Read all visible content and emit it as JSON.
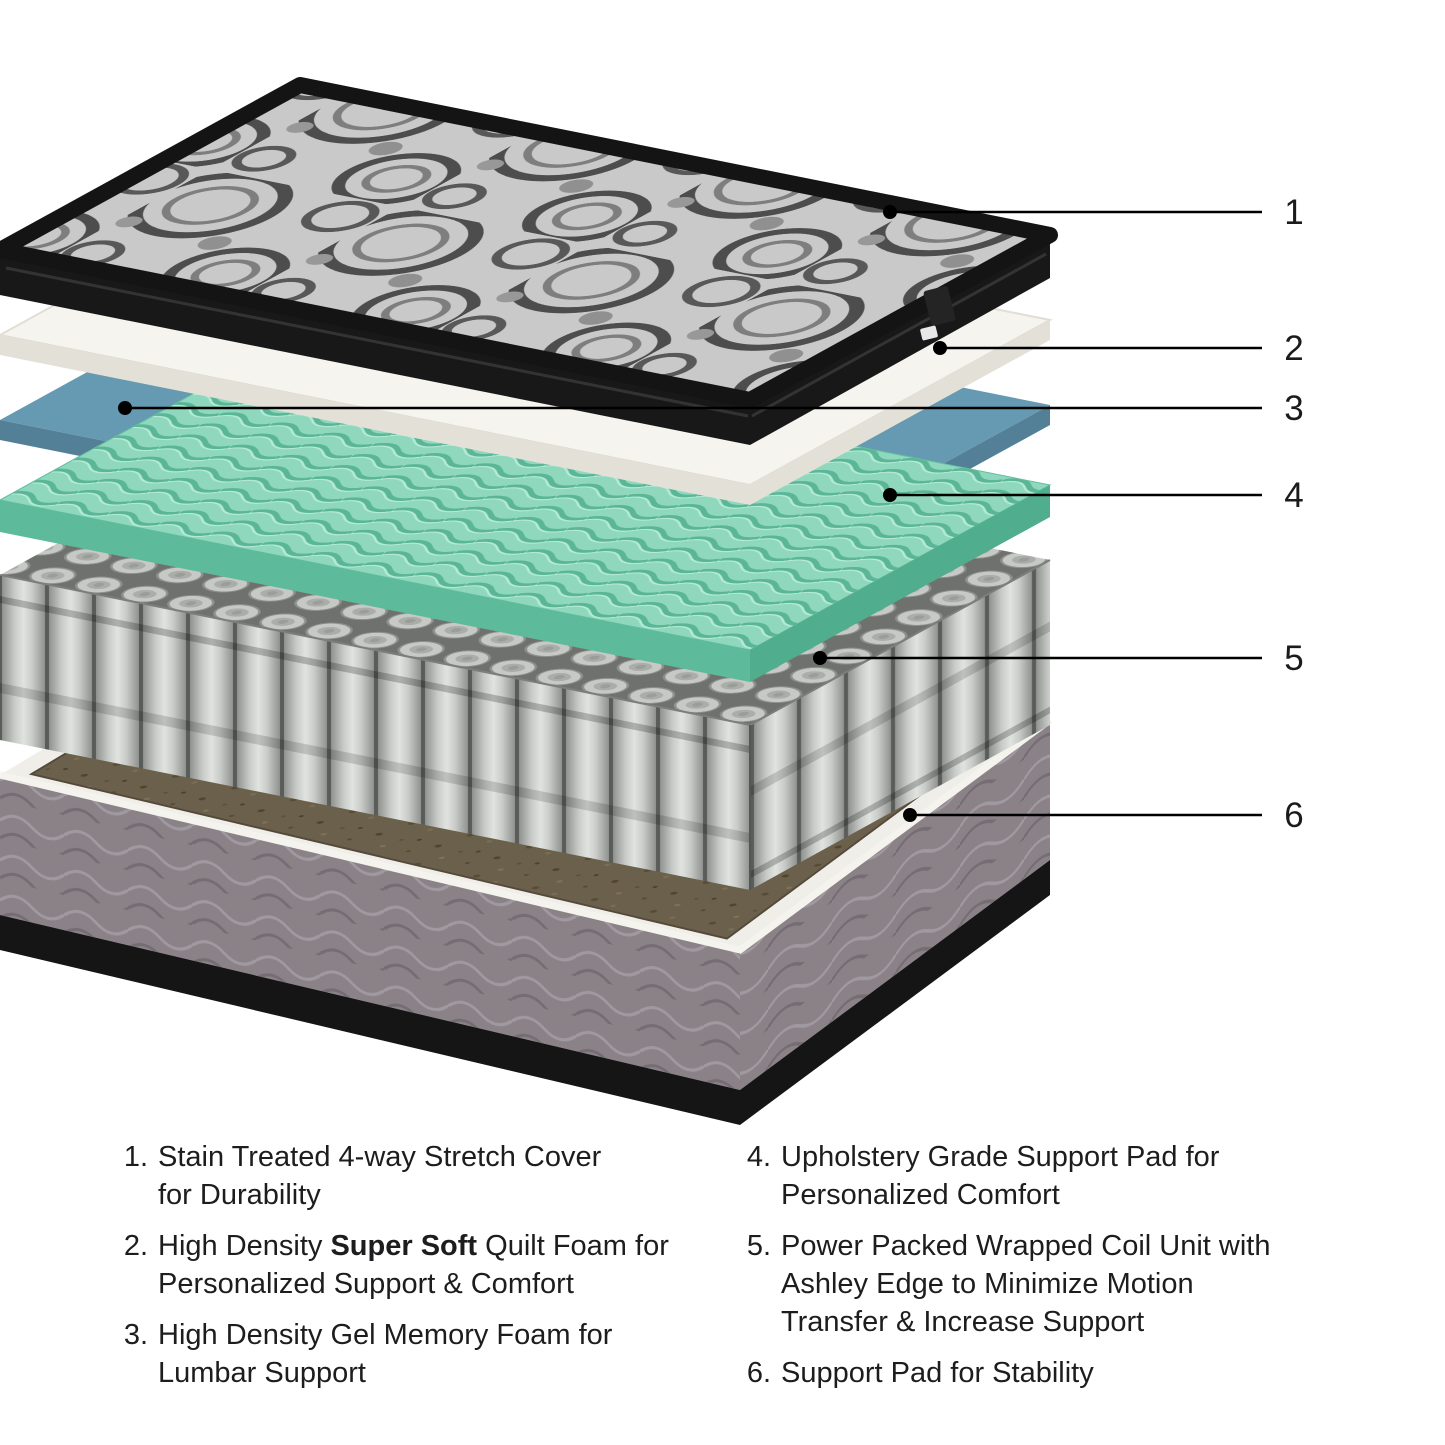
{
  "figure": {
    "title": "Mattress layer cutaway diagram",
    "callouts": [
      {
        "label": "1"
      },
      {
        "label": "2"
      },
      {
        "label": "3"
      },
      {
        "label": "4"
      },
      {
        "label": "5"
      },
      {
        "label": "6"
      }
    ],
    "layers": [
      {
        "name": "stain-treated-stretch-cover"
      },
      {
        "name": "super-soft-quilt-foam"
      },
      {
        "name": "gel-memory-foam"
      },
      {
        "name": "upholstery-grade-support-pad"
      },
      {
        "name": "wrapped-coil-unit"
      },
      {
        "name": "support-pad-base"
      }
    ],
    "palette": {
      "quilt_gray": "#c9c9c9",
      "cover_black": "#181818",
      "foam_white": "#f5f4ef",
      "gel_blue": "#6699b2",
      "pad_green": "#8fd8bd",
      "coil_gray": "#c9ccc8",
      "pad_brown": "#6b604c",
      "base_gray": "#8a8287"
    }
  },
  "legend": {
    "items_left": [
      {
        "num": "1.",
        "lines": [
          "Stain Treated 4-way Stretch Cover",
          "for Durability"
        ]
      },
      {
        "num": "2.",
        "line1_pre": "High Density ",
        "line1_bold": "Super Soft",
        "line1_post": " Quilt Foam for",
        "line2": "Personalized Support & Comfort"
      },
      {
        "num": "3.",
        "lines": [
          "High Density Gel Memory Foam for",
          "Lumbar Support"
        ]
      }
    ],
    "items_right": [
      {
        "num": "4.",
        "lines": [
          "Upholstery Grade Support Pad for",
          "Personalized Comfort"
        ]
      },
      {
        "num": "5.",
        "lines": [
          "Power Packed Wrapped Coil Unit with",
          "Ashley Edge to Minimize Motion",
          "Transfer & Increase Support"
        ]
      },
      {
        "num": "6.",
        "lines": [
          "Support Pad for Stability"
        ]
      }
    ]
  }
}
